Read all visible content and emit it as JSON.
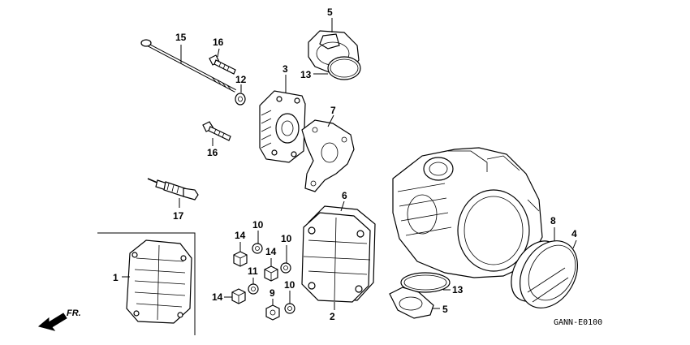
{
  "diagram_code": "GANN-E0100",
  "direction_label": "FR.",
  "callouts": [
    {
      "id": "c1",
      "label": "1"
    },
    {
      "id": "c2",
      "label": "2"
    },
    {
      "id": "c3",
      "label": "3"
    },
    {
      "id": "c4",
      "label": "4"
    },
    {
      "id": "c5a",
      "label": "5"
    },
    {
      "id": "c5b",
      "label": "5"
    },
    {
      "id": "c6",
      "label": "6"
    },
    {
      "id": "c7",
      "label": "7"
    },
    {
      "id": "c8",
      "label": "8"
    },
    {
      "id": "c9",
      "label": "9"
    },
    {
      "id": "c10a",
      "label": "10"
    },
    {
      "id": "c10b",
      "label": "10"
    },
    {
      "id": "c10c",
      "label": "10"
    },
    {
      "id": "c11",
      "label": "11"
    },
    {
      "id": "c12",
      "label": "12"
    },
    {
      "id": "c13a",
      "label": "13"
    },
    {
      "id": "c13b",
      "label": "13"
    },
    {
      "id": "c14a",
      "label": "14"
    },
    {
      "id": "c14b",
      "label": "14"
    },
    {
      "id": "c15",
      "label": "15"
    },
    {
      "id": "c16a",
      "label": "16"
    },
    {
      "id": "c16b",
      "label": "16"
    },
    {
      "id": "c17",
      "label": "17"
    }
  ]
}
